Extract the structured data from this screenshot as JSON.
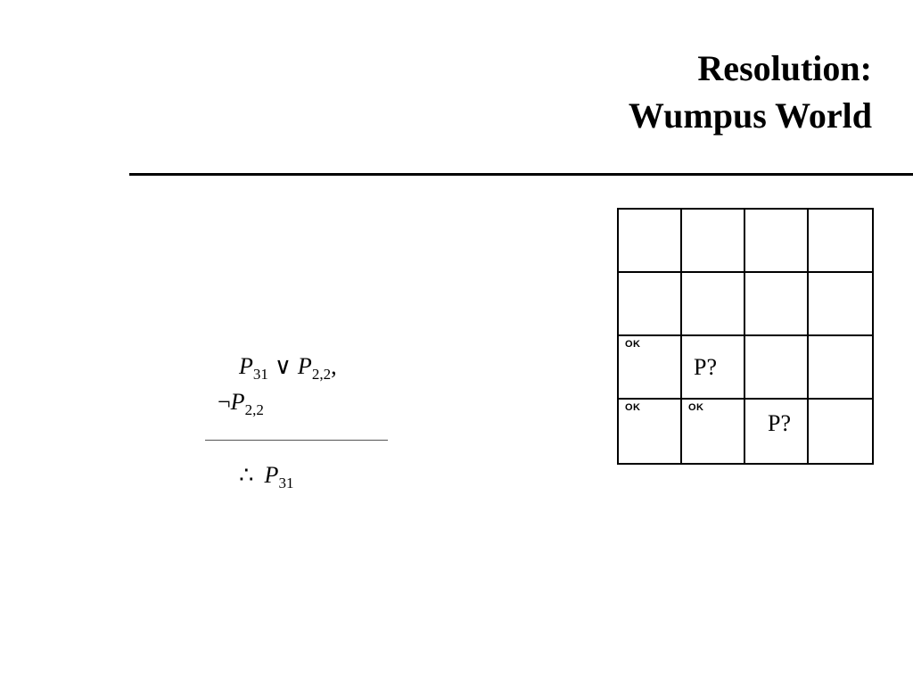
{
  "title": {
    "line1": "Resolution:",
    "line2": "Wumpus World"
  },
  "inference": {
    "premise1": {
      "a_sym": "P",
      "a_sub": "31",
      "op": "∨",
      "b_sym": "P",
      "b_sub": "2,2",
      "trail": ","
    },
    "premise2": {
      "neg": "¬",
      "sym": "P",
      "sub": "2,2"
    },
    "conclusion": {
      "therefore": "∴",
      "sym": "P",
      "sub": "31"
    }
  },
  "grid": {
    "rows": [
      [
        {
          "ok": "",
          "pit": ""
        },
        {
          "ok": "",
          "pit": ""
        },
        {
          "ok": "",
          "pit": ""
        },
        {
          "ok": "",
          "pit": ""
        }
      ],
      [
        {
          "ok": "",
          "pit": ""
        },
        {
          "ok": "",
          "pit": ""
        },
        {
          "ok": "",
          "pit": ""
        },
        {
          "ok": "",
          "pit": ""
        }
      ],
      [
        {
          "ok": "OK",
          "pit": ""
        },
        {
          "ok": "",
          "pit": "P?"
        },
        {
          "ok": "",
          "pit": ""
        },
        {
          "ok": "",
          "pit": ""
        }
      ],
      [
        {
          "ok": "OK",
          "pit": ""
        },
        {
          "ok": "OK",
          "pit": ""
        },
        {
          "ok": "",
          "pit": "P?"
        },
        {
          "ok": "",
          "pit": ""
        }
      ]
    ]
  }
}
